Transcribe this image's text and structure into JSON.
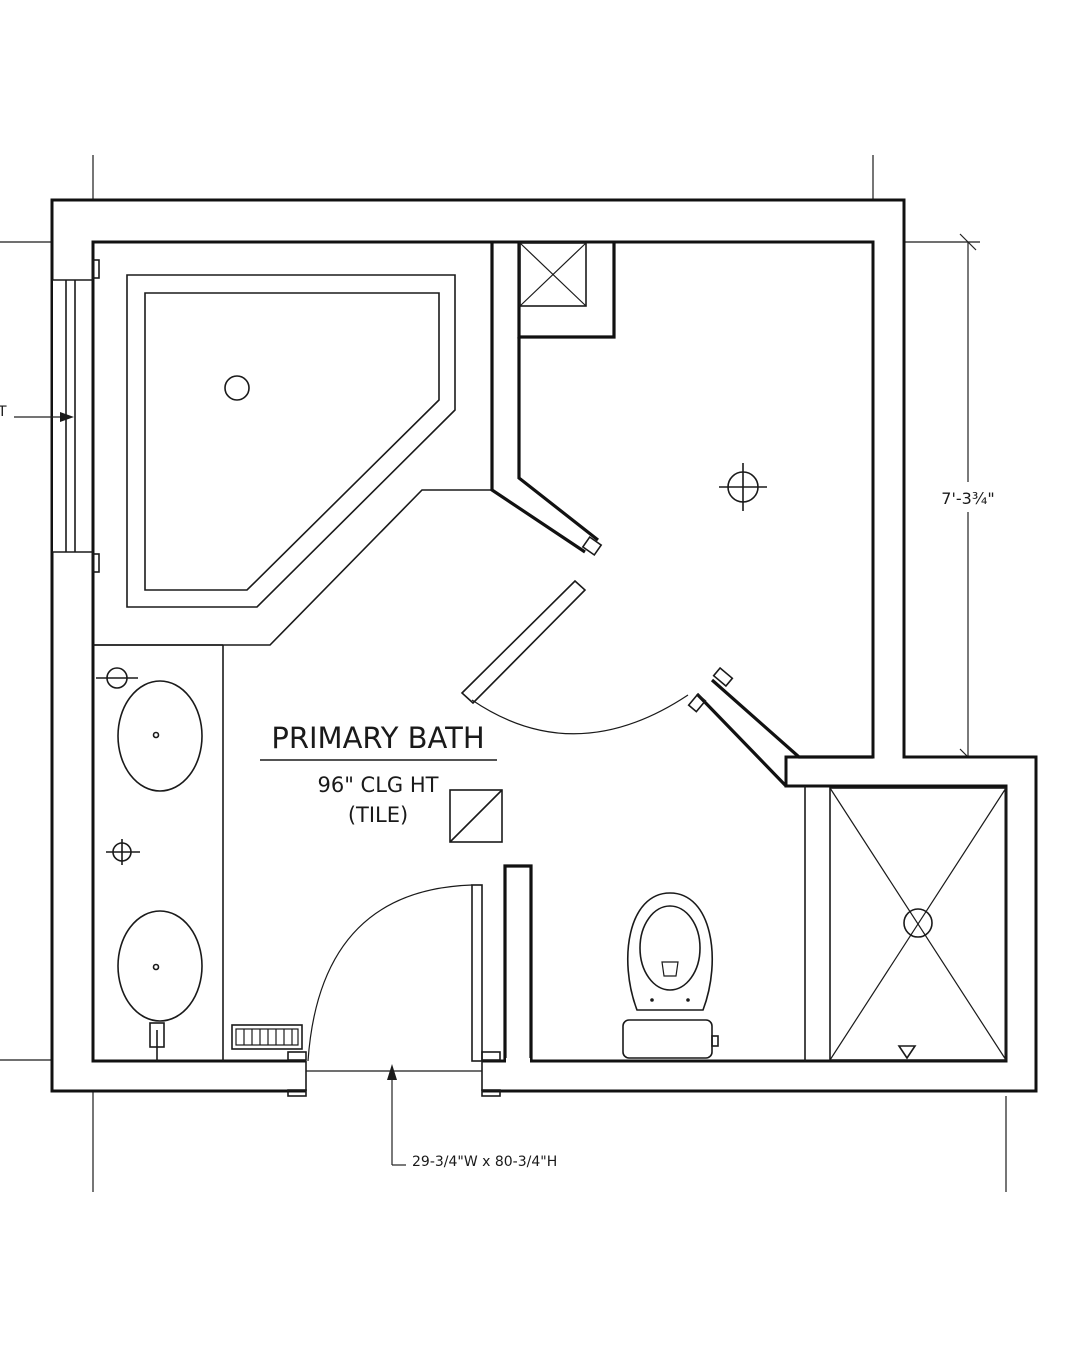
{
  "room": {
    "name": "PRIMARY BATH",
    "ceiling": "96\" CLG HT",
    "floor": "(TILE)"
  },
  "dimensions": {
    "right_height": "7'-3¾\"",
    "door_size": "29-3/4\"W x 80-3/4\"H"
  },
  "left_note": "T"
}
